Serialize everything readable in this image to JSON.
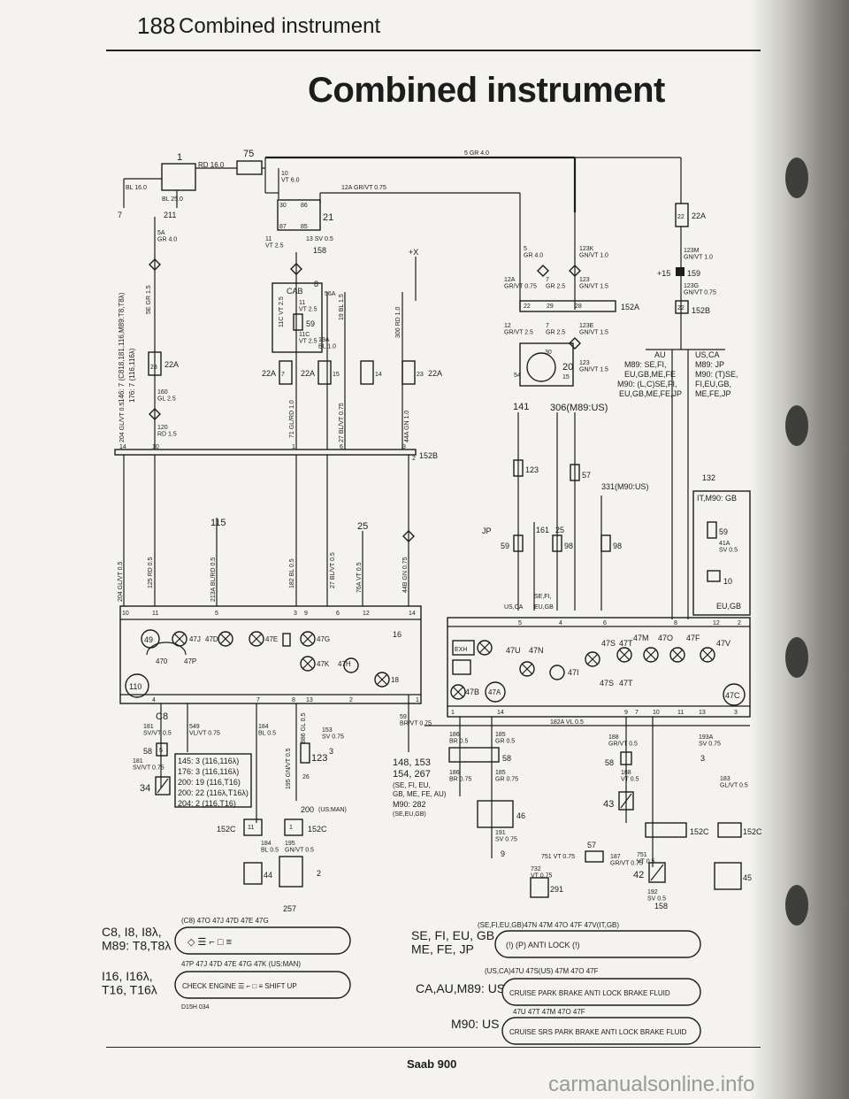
{
  "header": {
    "page_number": "188",
    "section_title": "Combined instrument"
  },
  "heading": "Combined instrument",
  "footer": {
    "publication": "Saab 900"
  },
  "watermark": "carmanualsonline.info",
  "supply": {
    "battery_label": "1",
    "battery_wire": "RD 16.0",
    "fuse_box_label": "75",
    "fuse_wire": "5 GR 4.0",
    "ground_left": "7",
    "ground_left_wire": "BL 16.0",
    "ground_right": "211",
    "ground_right_wire": "BL 25.0",
    "relay_label": "21",
    "relay_pin_30": "30",
    "relay_pin_86": "86",
    "relay_pin_87": "87",
    "relay_pin_85": "85",
    "wire_10": "10\nVT 6.0",
    "wire_12a": "12A GR/VT 0.75",
    "wire_11": "11\nVT 2.5",
    "wire_13": "13 SV 0.5",
    "ground_158": "158",
    "plus_x": "+X"
  },
  "left_column": {
    "wire_5a": "5A\nGR 4.0",
    "connector_22a": "22A",
    "pin_28": "28",
    "wire_160": "160\nGL 2.5",
    "wire_120": "120\nRD 1.5",
    "side_note_1": "146: 7 (C818,181,116,M89:T8,T8λ)",
    "side_note_2": "176: 7 (116,116λ)",
    "wire_se_gr": "5E GR 1.5",
    "wire_204": "204 GL/VT 0.5"
  },
  "middle_column": {
    "cab_label": "CAB",
    "wire_8": "8",
    "wire_56a": "56A",
    "wire_11_vt": "11\nVT 2.5",
    "connector_59": "59",
    "wire_11c": "11C\nVT 2.5",
    "wire_19a": "19A\nBL 1.0",
    "connector_22a_left": "22A",
    "pin_7": "7",
    "connector_22a_right": "22A",
    "pin_15": "15",
    "pin_14": "14",
    "connector_22a_far": "22A",
    "pin_23": "23",
    "wire_11c_vt": "11C VT 2.5",
    "wire_19_bl": "19 BL 1.5",
    "wire_300": "300 RD 1.0",
    "bus_label": "152B",
    "bus_pin_14": "14",
    "bus_pin_10": "10",
    "bus_pin_1": "1",
    "bus_pin_6": "6",
    "bus_pin_3": "3",
    "bus_pin_2": "2",
    "wire_71": "71 GL/RD 1.0",
    "wire_27": "27 BL/VT 0.75",
    "wire_44a": "44A GN 1.0",
    "component_115": "115",
    "component_25": "25",
    "wire_125": "125 RD 0.5",
    "wire_213a": "213A BL/RD 0.5",
    "wire_182": "182 BL 0.5",
    "wire_27b": "27 BL/VT 0.5",
    "wire_76a": "76A VT 0.5",
    "wire_44b": "44B GN 0.75",
    "wire_204b": "204 GL/VT 0.5"
  },
  "right_upper": {
    "wire_5": "5\nGR 4.0",
    "wire_12a": "12A\nGR/VT 0.75",
    "wire_7": "7\nGR 2.5",
    "wire_123k": "123K\nGN/VT 1.0",
    "wire_123": "123\nGN/VT 1.5",
    "connector_152a": "152A",
    "pin_22": "22",
    "pin_29": "29",
    "pin_28": "28",
    "wire_12": "12\nGR/VT 2.5",
    "wire_7b": "7\nGR 2.5",
    "wire_123e": "123E\nGN/VT 1.5",
    "component_20": "20",
    "pin_30": "30",
    "pin_54": "54",
    "pin_15": "15",
    "wire_123b": "123\nGN/VT 1.5",
    "connector_22a_right": "22A",
    "pin_22b": "22",
    "wire_123m": "123M\nGN/VT 1.0",
    "plus_15": "+15",
    "connector_159": "159",
    "wire_123g": "123G\nGN/VT 0.75",
    "connector_152b": "152B",
    "pin_22c": "22",
    "market_au": "AU",
    "market_m89_left": "M89: SE,FI,",
    "market_eu_left": "EU,GB,ME,FE",
    "market_m90_left": "M90: (L,C)SE,FI,",
    "market_eu_gb_left": "EU,GB,ME,FE,JP",
    "market_us_ca": "US,CA",
    "market_m89_right": "M89: JP",
    "market_m90_right": "M90: (T)SE,",
    "market_fi_right": "FI,EU,GB,",
    "market_me_right": "ME,FE,JP"
  },
  "right_middle": {
    "component_141": "141",
    "component_306": "306(M89:US)",
    "connector_123": "123",
    "connector_57": "57",
    "component_331": "331(M90:US)",
    "jp_label": "JP",
    "component_161": "161",
    "component_25": "25",
    "connector_59": "59",
    "connector_98a": "98",
    "connector_98b": "98",
    "market_se_fi": "SE,FI,",
    "market_us_ca": "US,CA",
    "market_eu_gb": "EU,GB",
    "component_132": "132",
    "variant_box": "IT,M90: GB",
    "connector_59b": "59",
    "wire_41a": "41A\nSV 0.5",
    "connector_10": "10",
    "market_eu_gb2": "EU,GB"
  },
  "instrument_left": {
    "pin_10": "10",
    "pin_11": "11",
    "pin_5": "5",
    "pin_3": "3",
    "pin_9": "9",
    "pin_6": "6",
    "pin_12": "12",
    "pin_14": "14",
    "pin_16": "16",
    "lamp_49": "49",
    "lamp_47j": "47J",
    "lamp_47d": "47D",
    "lamp_47e": "47E",
    "lamp_47g": "47G",
    "lamp_47k": "47K",
    "lamp_47h": "47H",
    "lamp_18": "18",
    "gauge_470": "470",
    "gauge_47p": "47P",
    "meter_110": "110",
    "bottom_pin_4": "4",
    "bottom_pin_7": "7",
    "bottom_pin_8": "8",
    "bottom_pin_13": "13",
    "bottom_pin_2": "2",
    "bottom_pin_1": "1"
  },
  "instrument_right": {
    "pin_5": "5",
    "pin_4": "4",
    "pin_6": "6",
    "pin_8": "8",
    "pin_12": "12",
    "pin_2": "2",
    "exh_label": "EXH",
    "lamp_47u": "47U",
    "lamp_47n": "47N",
    "lamp_47s": "47S",
    "lamp_47t": "47T",
    "lamp_47m": "47M",
    "lamp_47o": "47O",
    "lamp_47f": "47F",
    "lamp_47v": "47V",
    "lamp_47i": "47I",
    "lamp_47b": "47B",
    "lamp_47a": "47A",
    "meter_47c": "47C",
    "bottom_pin_1": "1",
    "bottom_pin_14": "14",
    "bottom_pin_9": "9",
    "bottom_pin_7": "7",
    "bottom_pin_10": "10",
    "bottom_pin_11": "11",
    "bottom_pin_13": "13",
    "bottom_pin_3": "3"
  },
  "lower_left": {
    "connector_c8": "C8",
    "wire_181": "181\nSV/VT 0.5",
    "wire_549": "549\nVL/VT 0.75",
    "connector_58": "58",
    "pin_5": "5",
    "wire_181b": "181\nSV/VT 0.75",
    "connector_34": "34",
    "table_rows": [
      "145: 3 (116,116λ)",
      "176: 3 (116,116λ)",
      "200: 19 (116,T16)",
      "200: 22 (116λ,T16λ)",
      "204: 2 (116,T16)"
    ],
    "wire_184": "184\nBL 0.5",
    "wire_195": "195 GN/VT 0.5",
    "wire_886": "886 GL 0.5",
    "connector_123": "123",
    "wire_26": "26",
    "label_200": "200",
    "label_200_note": "(US:MAN)",
    "connector_152c": "152C",
    "pin_11": "11",
    "pin_1": "1",
    "wire_184b": "184\nBL 0.5",
    "wire_195b": "195\nGN/VT 0.5",
    "connector_152c_b": "152C",
    "connector_44": "44",
    "connector_2": "2",
    "ground_257": "257",
    "wire_59": "59\nBR/VT 0.75",
    "wire_153": "153\nSV 0.75",
    "ground_3": "3",
    "ref_148": "148, 153",
    "ref_154": "154, 267",
    "ref_se": "(SE, FI, EU,",
    "ref_gb": "GB, ME, FE, AU)",
    "ref_m90": "M90: 282",
    "ref_m90_note": "(SE,EU,GB)"
  },
  "lower_right": {
    "wire_186": "186\nBR 0.5",
    "wire_185": "185\nGR 0.5",
    "connector_58": "58",
    "wire_186b": "186\nBR 0.75",
    "wire_185b": "185\nGR 0.75",
    "component_46": "46",
    "wire_191": "191\nSV 0.75",
    "ground_9": "9",
    "wire_182a": "182A VL 0.5",
    "wire_188": "188\nGR/VT 0.5",
    "connector_58b": "58",
    "wire_188b": "188\nVT 0.5",
    "connector_43": "43",
    "wire_193a": "193A\nSV 0.75",
    "ground_3": "3",
    "wire_183": "183\nGL/VT 0.5",
    "connector_152c": "152C",
    "connector_152c_b": "152C",
    "connector_42": "42",
    "connector_45": "45",
    "wire_751": "751 VT 0.75",
    "connector_57": "57",
    "wire_732": "732\nVT 0.75",
    "connector_291": "291",
    "wire_187": "187\nGR/VT 0.75",
    "wire_751b": "751\nVT 0.5",
    "wire_192": "192\nSV 0.5",
    "ground_158": "158"
  },
  "legends_left": [
    {
      "market": "C8, I8, I8λ,\nM89: T8,T8λ",
      "header": "(C8) 47O   47J   47D   47E   47G",
      "symbols": "◇  ☰  ⌐  □  ≡"
    },
    {
      "market": "I16, I16λ,\nT16, T16λ",
      "header": "47P   47J   47D   47E   47G   47K (US:MAN)",
      "symbols": "CHECK ENGINE  ☰  ⌐  □  ≡  SHIFT UP",
      "footnote": "D15H 034"
    }
  ],
  "legends_right": [
    {
      "market": "SE, FI, EU, GB,\nME, FE, JP",
      "header": "(SE,FI,EU,GB)47N   47M   47O   47F   47V(IT,GB)",
      "symbols": "(!)   (P)   ANTI LOCK   (!)"
    },
    {
      "market": "CA,AU,M89: US",
      "header": "(US,CA)47U   47S(US)   47M   47O   47F",
      "symbols": "CRUISE   PARK BRAKE   ANTI LOCK   BRAKE FLUID"
    },
    {
      "market": "M90: US",
      "header": "47U   47T   47M   47O   47F",
      "symbols": "CRUISE   SRS   PARK BRAKE   ANTI LOCK   BRAKE FLUID"
    }
  ]
}
